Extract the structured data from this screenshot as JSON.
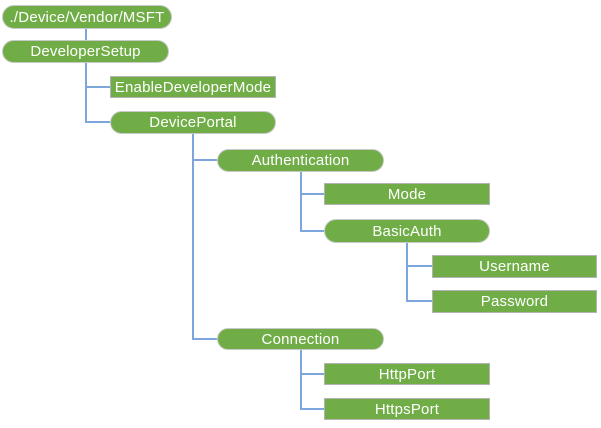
{
  "diagram": {
    "colors": {
      "node_fill": "#70AD47",
      "node_text": "#FFFFFF",
      "connector": "#7CA6DC",
      "rect_border": "#B3B3B3",
      "pill_border": "#C9C9C9"
    },
    "tree": {
      "label": "./Device/Vendor/MSFT",
      "shape": "pill",
      "children": [
        {
          "label": "DeveloperSetup",
          "shape": "pill",
          "children": [
            {
              "label": "EnableDeveloperMode",
              "shape": "rect",
              "children": []
            },
            {
              "label": "DevicePortal",
              "shape": "pill",
              "children": [
                {
                  "label": "Authentication",
                  "shape": "pill",
                  "children": [
                    {
                      "label": "Mode",
                      "shape": "rect",
                      "children": []
                    },
                    {
                      "label": "BasicAuth",
                      "shape": "pill",
                      "children": [
                        {
                          "label": "Username",
                          "shape": "rect",
                          "children": []
                        },
                        {
                          "label": "Password",
                          "shape": "rect",
                          "children": []
                        }
                      ]
                    }
                  ]
                },
                {
                  "label": "Connection",
                  "shape": "pill",
                  "children": [
                    {
                      "label": "HttpPort",
                      "shape": "rect",
                      "children": []
                    },
                    {
                      "label": "HttpsPort",
                      "shape": "rect",
                      "children": []
                    }
                  ]
                }
              ]
            }
          ]
        }
      ]
    }
  }
}
